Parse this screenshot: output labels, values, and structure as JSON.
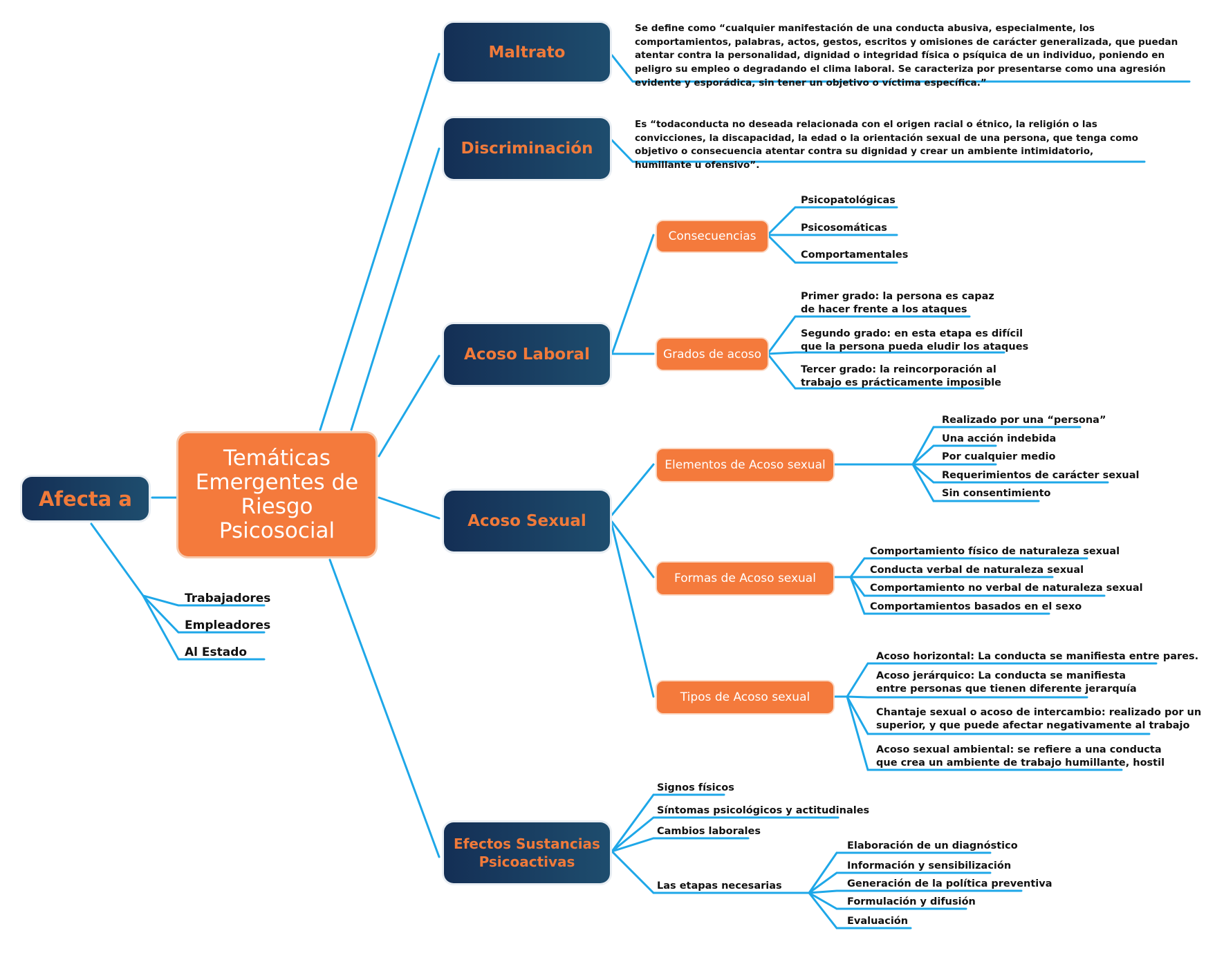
{
  "colors": {
    "line": "#1ea7e8",
    "dark_node": "#142f55",
    "orange_node": "#f47a3c",
    "dark_text": "#f07a3a"
  },
  "central": {
    "label": "Temáticas Emergentes de Riesgo Psicosocial"
  },
  "afecta": {
    "label": "Afecta a",
    "items": [
      "Trabajadores",
      "Empleadores",
      "Al Estado"
    ]
  },
  "maltrato": {
    "label": "Maltrato",
    "definition": "Se define como “cualquier manifestación de una conducta abusiva, especialmente, los comportamientos, palabras, actos, gestos, escritos y omisiones de carácter generalizada, que puedan atentar contra la personalidad, dignidad o integridad física o psíquica de un individuo, poniendo en peligro su empleo o degradando el clima laboral. Se caracteriza por presentarse como una agresión evidente y esporádica, sin tener un objetivo o víctima específica.”"
  },
  "discriminacion": {
    "label": "Discriminación",
    "definition": "Es “todaconducta no deseada relacionada con el origen racial o étnico, la religión o las convicciones, la discapacidad, la edad o la orientación sexual de una persona, que tenga como objetivo o consecuencia atentar contra su dignidad y crear un ambiente intimidatorio, humillante u ofensivo”."
  },
  "acoso_laboral": {
    "label": "Acoso Laboral",
    "consecuencias": {
      "label": "Consecuencias",
      "items": [
        "Psicopatológicas",
        "Psicosomáticas",
        "Comportamentales"
      ]
    },
    "grados": {
      "label": "Grados de acoso",
      "items": [
        "Primer grado: la persona es capaz\nde hacer frente a los ataques",
        "Segundo grado: en esta etapa es difícil\nque la persona pueda eludir los ataques",
        "Tercer grado: la reincorporación al\ntrabajo es prácticamente imposible"
      ]
    }
  },
  "acoso_sexual": {
    "label": "Acoso Sexual",
    "elementos": {
      "label": "Elementos de Acoso sexual",
      "items": [
        "Realizado por una “persona”",
        "Una acción indebida",
        "Por cualquier medio",
        "Requerimientos de carácter sexual",
        "Sin consentimiento"
      ]
    },
    "formas": {
      "label": "Formas de Acoso sexual",
      "items": [
        "Comportamiento físico de naturaleza sexual",
        "Conducta verbal de naturaleza sexual",
        "Comportamiento no verbal de naturaleza sexual",
        "Comportamientos basados en el sexo"
      ]
    },
    "tipos": {
      "label": "Tipos de Acoso sexual",
      "items": [
        "Acoso horizontal: La conducta se manifiesta entre pares.",
        "Acoso jerárquico: La conducta se manifiesta\nentre personas que tienen diferente jerarquía",
        "Chantaje sexual o acoso de intercambio: realizado por un\nsuperior, y que puede afectar negativamente al trabajo",
        "Acoso sexual ambiental: se refiere a una conducta\nque crea un ambiente de trabajo humillante, hostil"
      ]
    }
  },
  "efectos": {
    "label": "Efectos Sustancias\nPsicoactivas",
    "items": [
      "Signos físicos",
      "Síntomas psicológicos y actitudinales",
      "Cambios laborales",
      "Las etapas necesarias"
    ],
    "etapas": [
      "Elaboración de un diagnóstico",
      "Información y sensibilización",
      "Generación de la política preventiva",
      "Formulación y difusión",
      "Evaluación"
    ]
  }
}
